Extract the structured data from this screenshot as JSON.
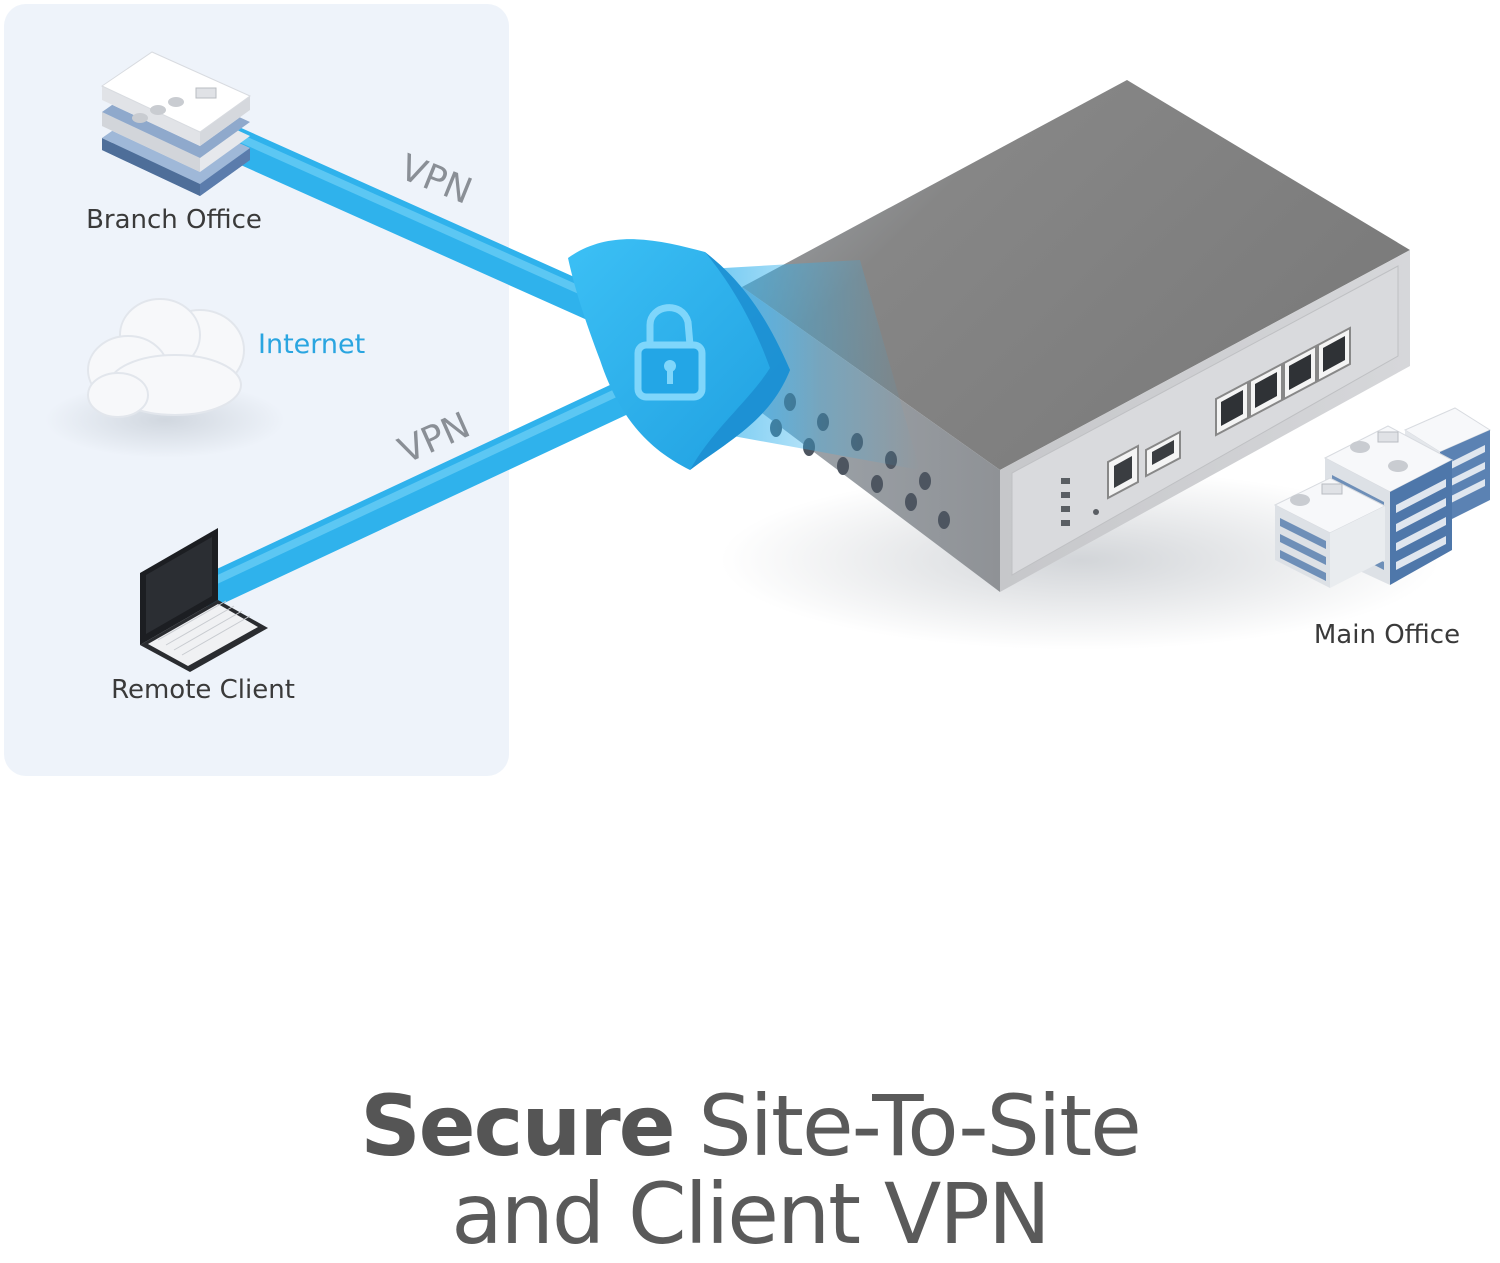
{
  "diagram": {
    "branch_office_label": "Branch Office",
    "internet_label": "Internet",
    "remote_client_label": "Remote Client",
    "main_office_label": "Main Office",
    "vpn_label_upper": "VPN",
    "vpn_label_lower": "VPN"
  },
  "headline": {
    "bold": "Secure",
    "line1_rest": "Site-To-Site",
    "line2": "and Client VPN"
  },
  "colors": {
    "tunnel": "#2fb2ec",
    "shield": "#29aeea",
    "panel": "#eef3fa",
    "device_top": "#7c7c7c",
    "device_front": "#c8c9cc",
    "internet_text": "#2aa5e0",
    "label_text": "#3a3a3a"
  }
}
